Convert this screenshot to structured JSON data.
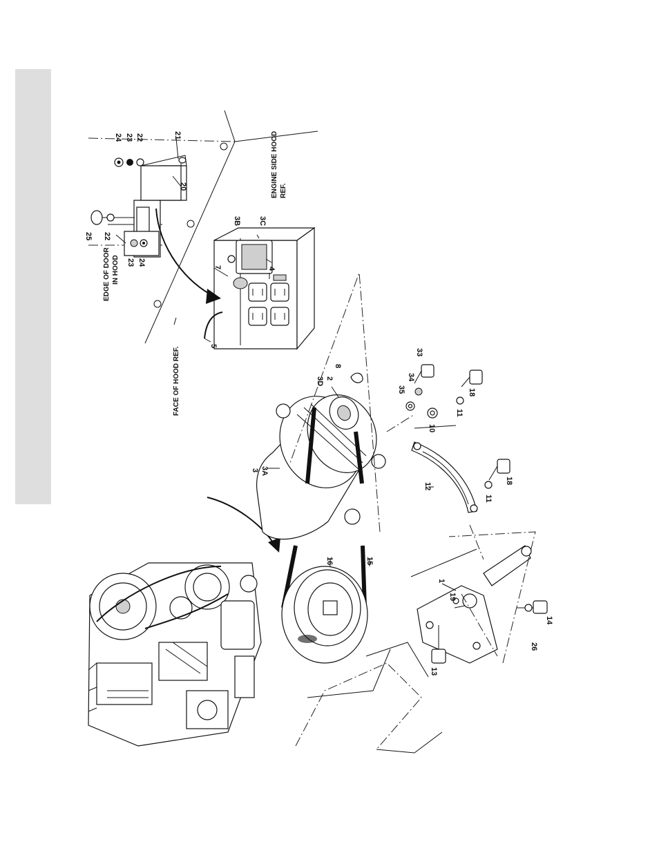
{
  "colors": {
    "ink": "#111111",
    "side_tab": "#dedede",
    "paper": "#ffffff"
  },
  "notes": {
    "edge_of_door": [
      "EDGE OF DOOR",
      "IN HOOD"
    ],
    "face_of_hood": "FACE OF HOOD REF.",
    "engine_side_hood": [
      "ENGINE SIDE HOOD",
      "REF."
    ]
  },
  "callouts": {
    "c1": "1",
    "c2": "2",
    "c3": "3",
    "c3A": "3A",
    "c3B": "3B",
    "c3C": "3C",
    "c3D": "3D",
    "c4": "4",
    "c5": "5",
    "c7": "7",
    "c8": "8",
    "c10": "10",
    "c11a": "11",
    "c11b": "11",
    "c12": "12",
    "c13": "13",
    "c14": "14",
    "c15": "15",
    "c16": "16",
    "c18a": "18",
    "c18b": "18",
    "c19": "19",
    "c20": "20",
    "c21": "21",
    "c22a": "22",
    "c22b": "22",
    "c23a": "23",
    "c23b": "23",
    "c24a": "24",
    "c24b": "24",
    "c25": "25",
    "c26": "26",
    "c33": "33",
    "c34": "34",
    "c35": "35"
  }
}
